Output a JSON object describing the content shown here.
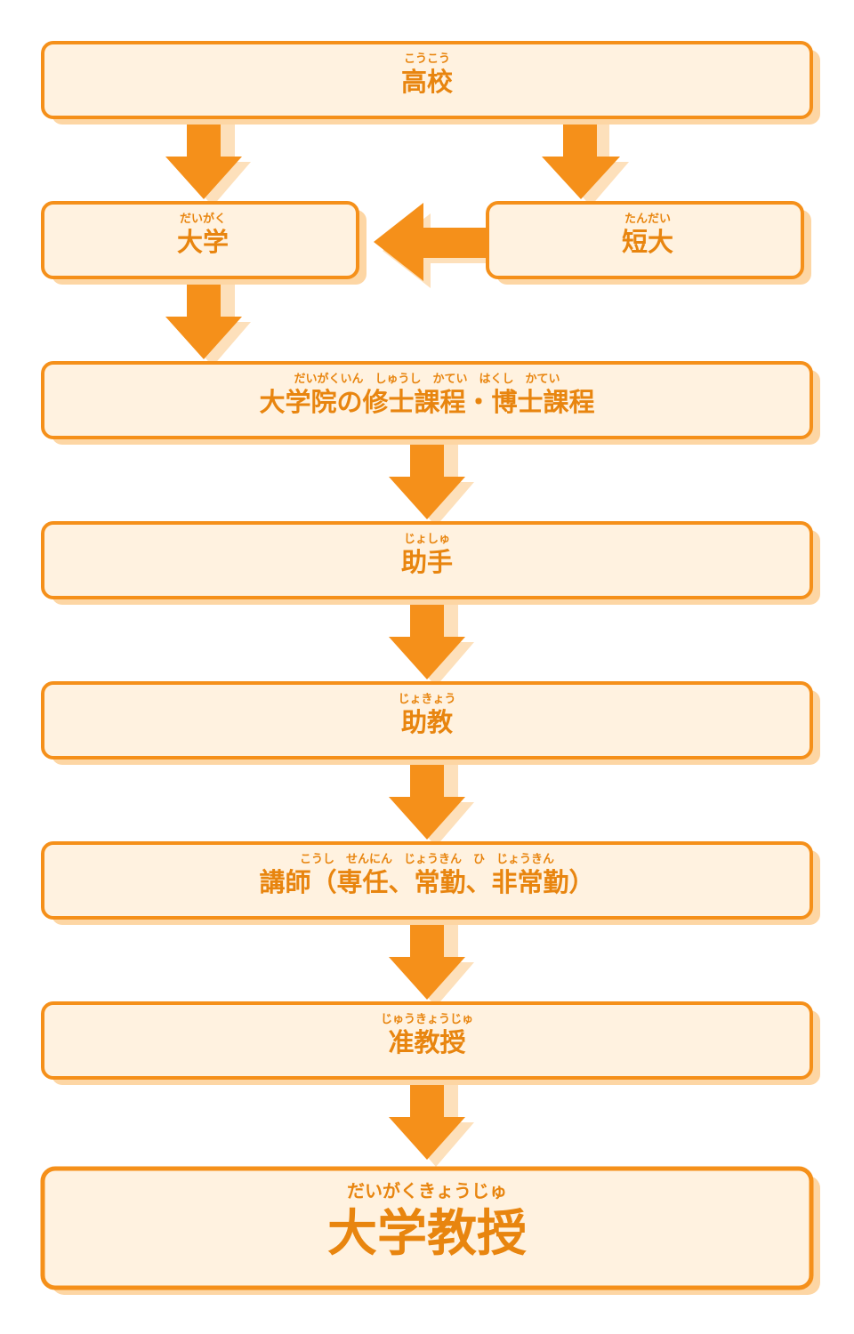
{
  "colors": {
    "box_fill": "#fff2e0",
    "box_border": "#f5901a",
    "box_shadow": "#fdd6a4",
    "arrow": "#f5901a",
    "arrow_shadow": "#fde0bb",
    "text": "#e8850f"
  },
  "boxes": {
    "koukou": {
      "label": "高校",
      "ruby": "こうこう"
    },
    "daigaku": {
      "label": "大学",
      "ruby": "だいがく"
    },
    "tandai": {
      "label": "短大",
      "ruby": "たんだい"
    },
    "daigakuin": {
      "label": "大学院の修士課程・博士課程",
      "ruby": "だいがくいん　しゅうし　かてい　はくし　かてい"
    },
    "joshu": {
      "label": "助手",
      "ruby": "じょしゅ"
    },
    "jokyou": {
      "label": "助教",
      "ruby": "じょきょう"
    },
    "koushi": {
      "label": "講師（専任、常勤、非常勤）",
      "ruby": "こうし　せんにん　じょうきん　ひ　じょうきん"
    },
    "junkyouju": {
      "label": "准教授",
      "ruby": "じゅうきょうじゅ"
    },
    "daigaku_kyouju": {
      "label": "大学教授",
      "ruby": "だいがくきょうじゅ"
    }
  }
}
